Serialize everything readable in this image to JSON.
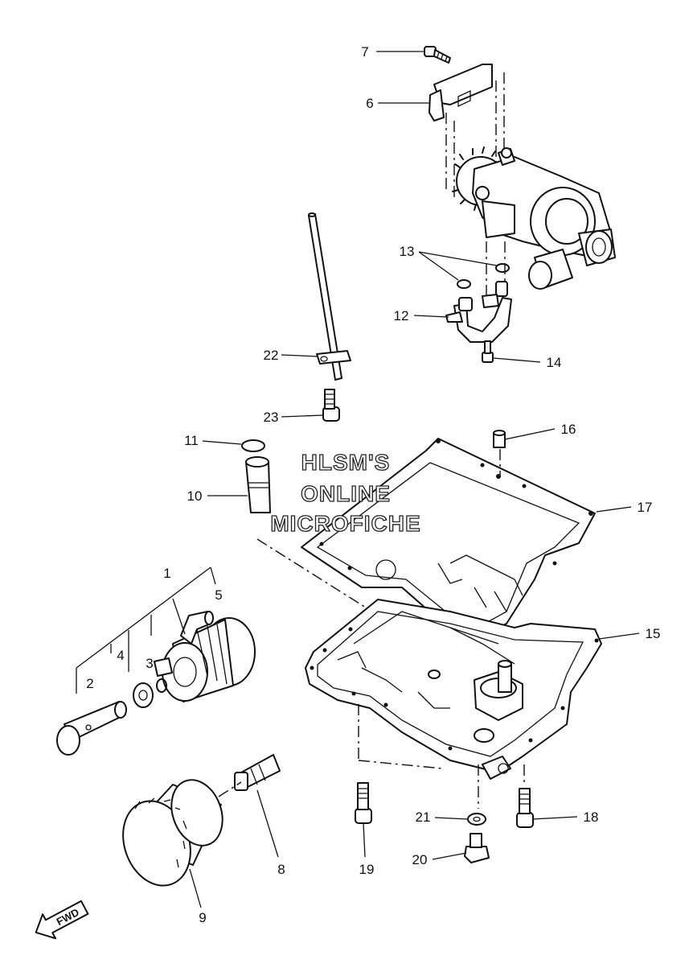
{
  "watermark": {
    "line1": "HLSM'S",
    "line2": "ONLINE",
    "line3": "MICROFICHE"
  },
  "fwd_arrow": {
    "label": "FWD",
    "icon": "fwd-arrow-icon"
  },
  "callouts": {
    "c1": "1",
    "c2": "2",
    "c3": "3",
    "c4": "4",
    "c5": "5",
    "c6": "6",
    "c7": "7",
    "c8": "8",
    "c9": "9",
    "c10": "10",
    "c11": "11",
    "c12": "12",
    "c13": "13",
    "c14": "14",
    "c15": "15",
    "c16": "16",
    "c17": "17",
    "c18": "18",
    "c19": "19",
    "c20": "20",
    "c21": "21",
    "c22": "22",
    "c23": "23"
  }
}
